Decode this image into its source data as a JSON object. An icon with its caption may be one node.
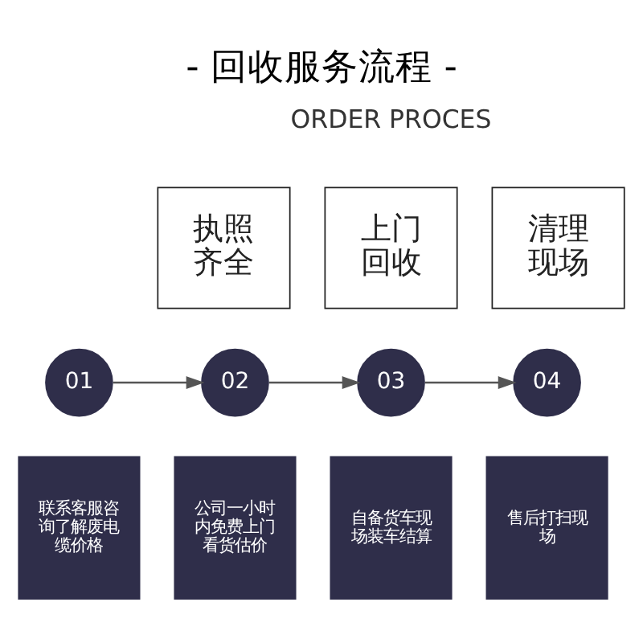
{
  "diagram": {
    "title": "- 回收服务流程 -",
    "nodes": [
      {
        "text": [
          "执照齐全"
        ]
      },
      {
        "text": [
          "上门回收"
        ]
      },
      {
        "text": [
          "清理现场"
        ]
      },
      {
        "text": [
          "01"
        ]
      },
      {
        "text": [
          "02"
        ]
      },
      {
        "text": [
          "03"
        ]
      },
      {
        "text": [
          "04"
        ]
      },
      {
        "text": [
          "联系客服咨询了解废电缆价格"
        ]
      },
      {
        "text": [
          "公司一小时内免费上门看货估价"
        ]
      },
      {
        "text": [
          "自备货车现场装车结算"
        ]
      },
      {
        "text": [
          "售后打扫现场"
        ]
      }
    ],
    "edges": [
      {
        "from": 3,
        "to": 4,
        "arrow": "to"
      },
      {
        "from": 4,
        "to": 5,
        "arrow": "to"
      },
      {
        "from": 5,
        "to": 6,
        "arrow": "to"
      }
    ],
    "labels": [
      "ORDER PROCES"
    ]
  }
}
